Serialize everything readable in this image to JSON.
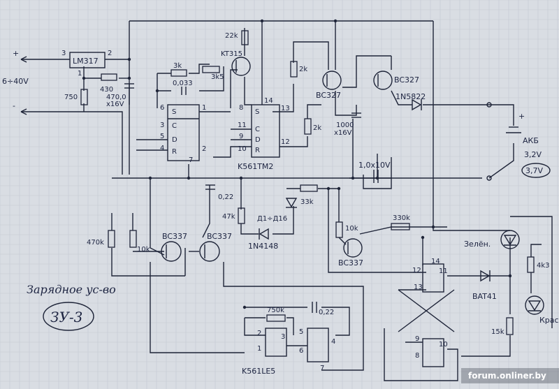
{
  "labels": {
    "regulator": "LM317",
    "reg_pin_in": "3",
    "reg_pin_out": "2",
    "reg_pin_adj": "1",
    "plus_sign": "+",
    "minus_sign": "-",
    "input_voltage": "6÷40V",
    "r_430": "430",
    "r_750": "750",
    "c_470": "470,0",
    "c_470_v": "x16V",
    "r_3k": "3k",
    "c_0033": "0,033",
    "kt315": "KT315",
    "r_3k5": "3k5",
    "r_22k": "22k",
    "r_2k_top": "2k",
    "r_2k_mid": "2k",
    "bc327_a": "BC327",
    "bc327_b": "BC327",
    "diode_1n5822": "1N5822",
    "c_1000": "1000",
    "c_1000_v": "x16V",
    "c_1x10": "1,0x10V",
    "bat_label": "АКБ",
    "bat_v1": "3,2V",
    "bat_v2": "3,7V",
    "bat_plus": "+",
    "ic_tm2": "K561TM2",
    "pin_s": "S",
    "pin_c": "C",
    "pin_d": "D",
    "pin_r": "R",
    "tm2_p6": "6",
    "tm2_p3": "3",
    "tm2_p5": "5",
    "tm2_p4": "4",
    "tm2_p1": "1",
    "tm2_p2": "2",
    "tm2_p7": "7",
    "tm2_p8": "8",
    "tm2_p11": "11",
    "tm2_p9": "9",
    "tm2_p10": "10",
    "tm2_p14": "14",
    "tm2_p13": "13",
    "tm2_p12": "12",
    "c_022_a": "0,22",
    "r_47k": "47k",
    "r_33k": "33k",
    "d1_d16": "Д1÷Д16",
    "d_1n4148": "1N4148",
    "r_470k": "470k",
    "r_10k_a": "10k",
    "bc337_a": "BC337",
    "bc337_b": "BC337",
    "r_10k_b": "10k",
    "bc337_c": "BC337",
    "r_330k": "330k",
    "led_green": "Зелён.",
    "led_red": "Крас",
    "r_4k3": "4k3",
    "r_15k": "15k",
    "bat41": "BAT41",
    "le5_p12": "12",
    "le5_p14": "14",
    "le5_p13": "13",
    "le5_p11": "11",
    "le5_p9": "9",
    "le5_p8": "8",
    "le5_p10": "10",
    "r_750k": "750k",
    "c_022_b": "0,22",
    "le5_p2": "2",
    "le5_p1": "1",
    "le5_p3": "3",
    "le5_p5": "5",
    "le5_p6": "6",
    "le5_p4": "4",
    "le5_p7": "7",
    "ic_le5": "K561LE5",
    "title_line": "Зарядное ус-во",
    "title_code": "ЗУ-3",
    "watermark": "forum.onliner.by"
  },
  "colors": {
    "paper": "#d9dde3",
    "ink": "#1e2438",
    "grid": "#c3c9d2"
  }
}
